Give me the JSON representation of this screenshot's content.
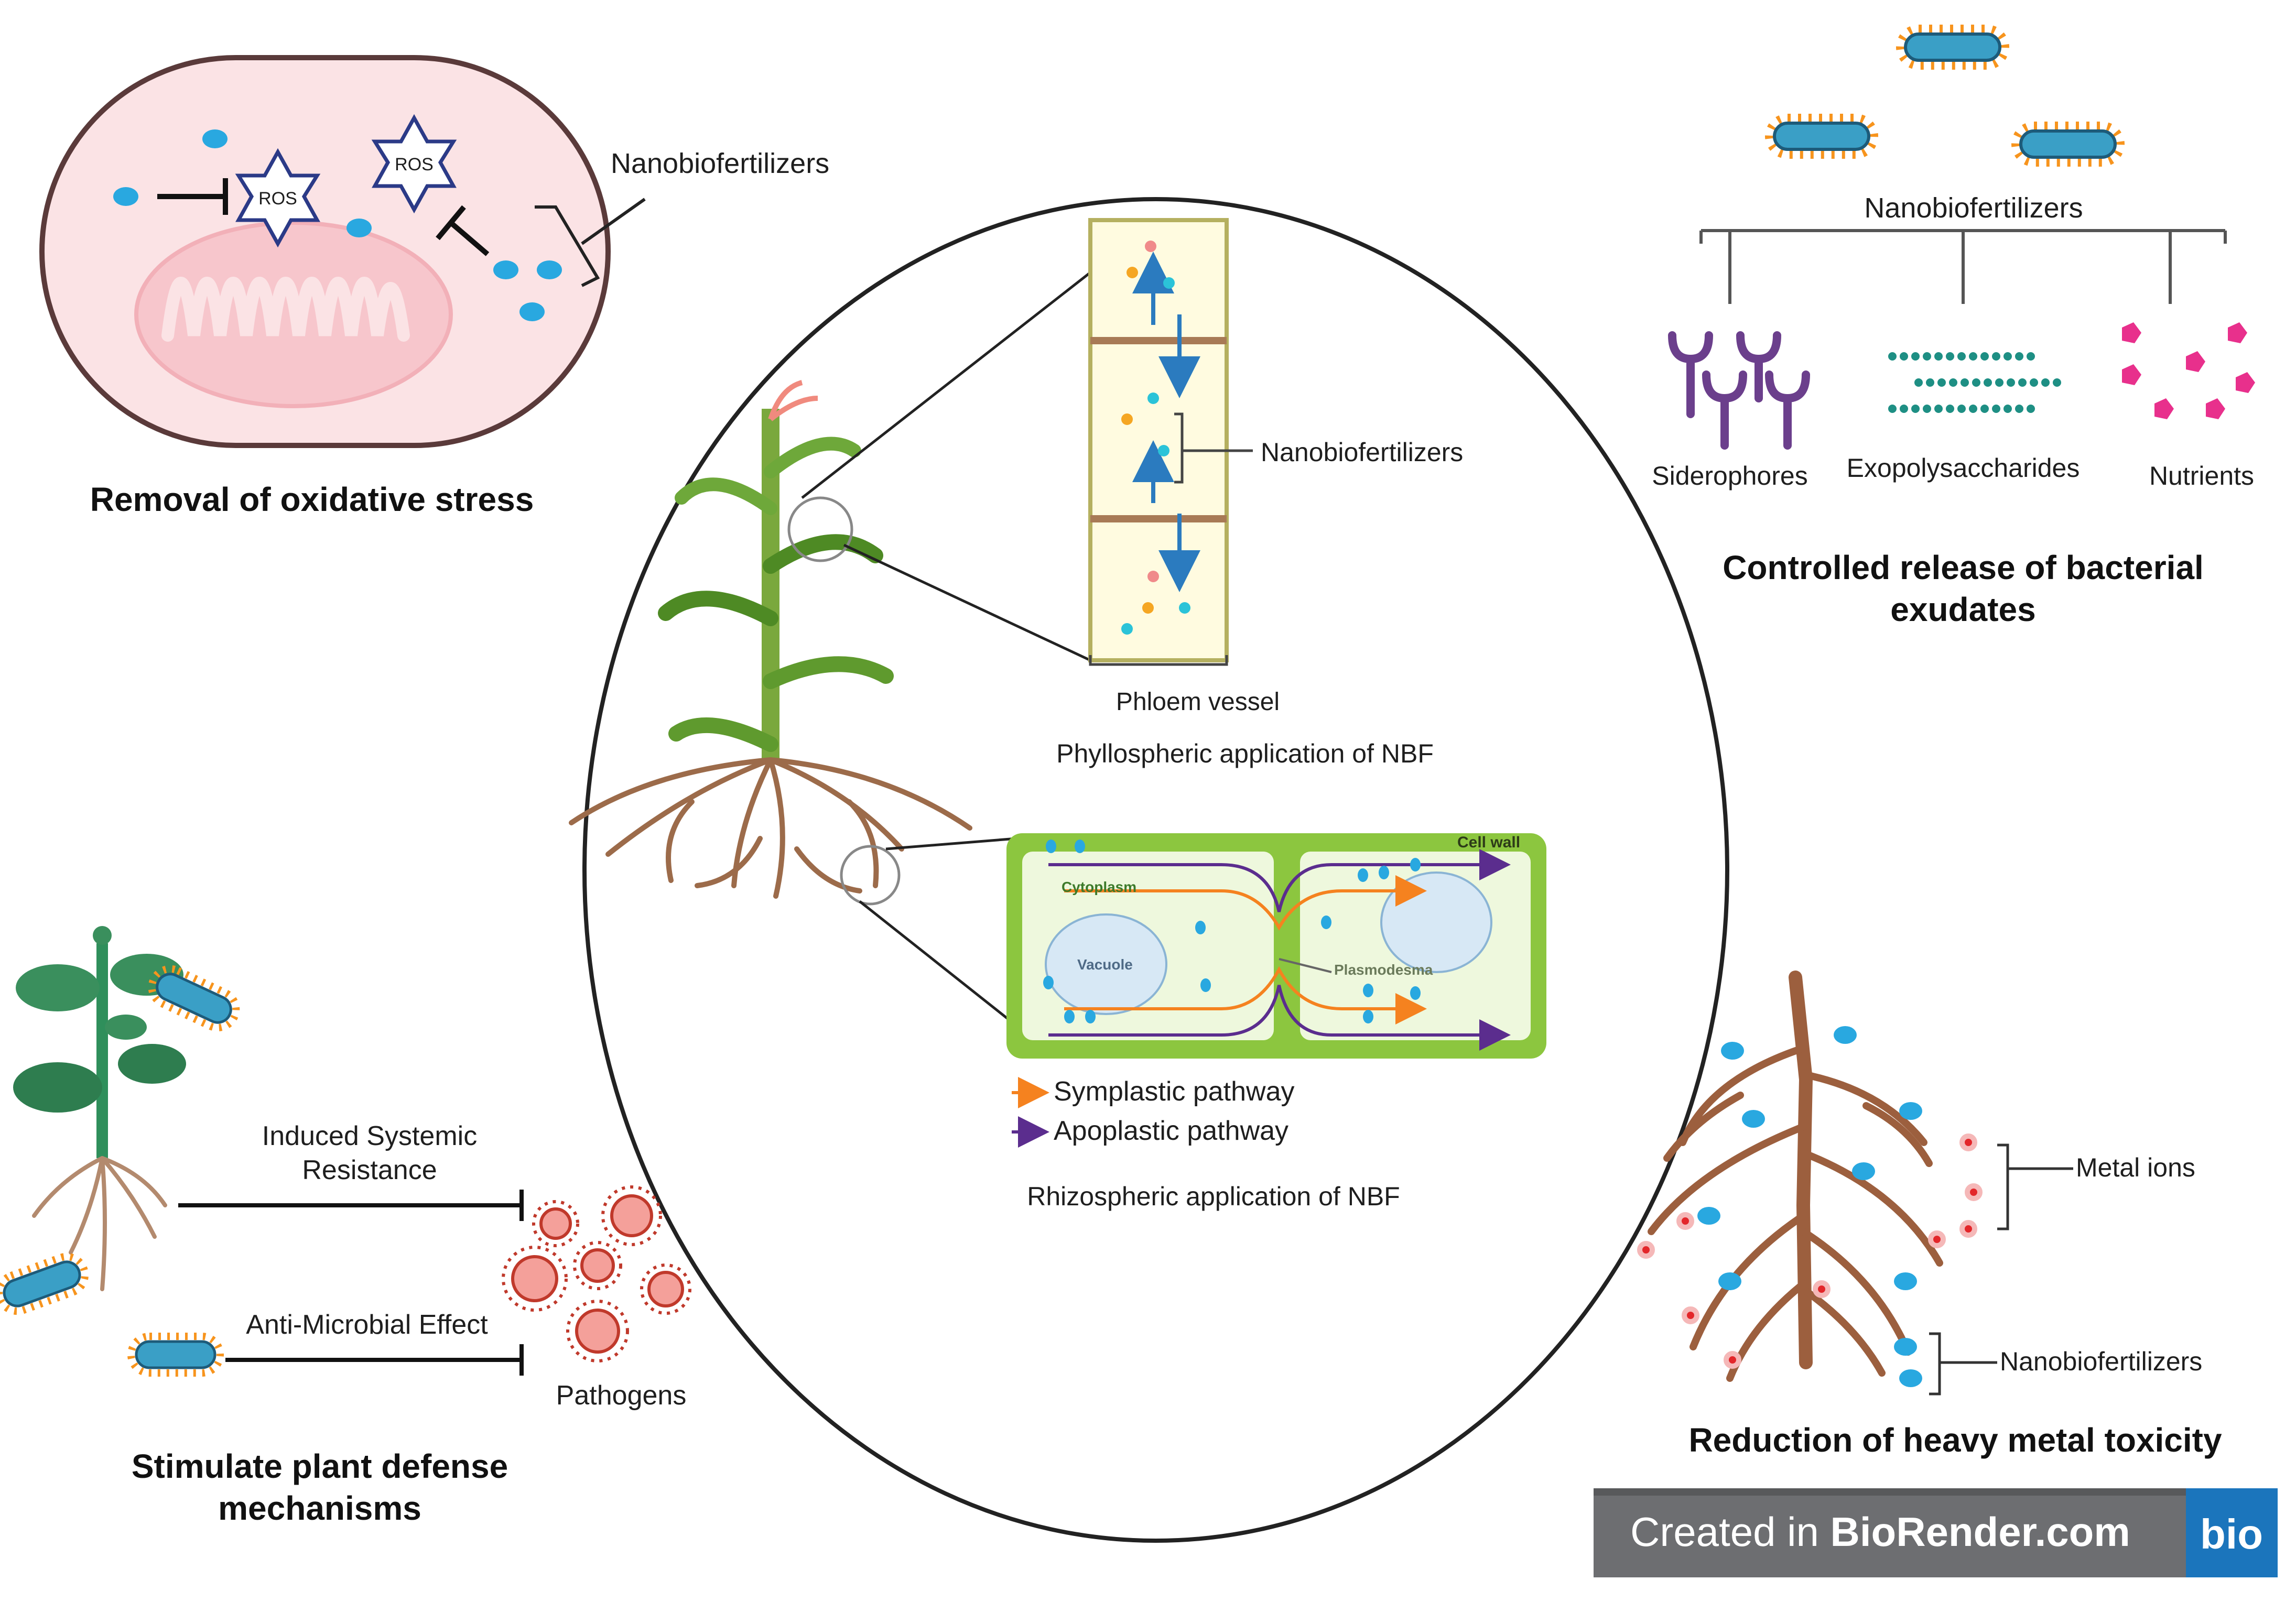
{
  "panels": {
    "oxidative": {
      "title": "Removal of oxidative stress",
      "nano_label": "Nanobiofertilizers",
      "ros_label": "ROS"
    },
    "exudates": {
      "nano_label": "Nanobiofertilizers",
      "items": [
        "Siderophores",
        "Exopolysaccharides",
        "Nutrients"
      ],
      "title_line1": "Controlled release of bacterial",
      "title_line2": "exudates"
    },
    "center": {
      "nano_label": "Nanobiofertilizers",
      "phloem_label": "Phloem vessel",
      "phyllo_label": "Phyllospheric application of NBF",
      "cell_wall": "Cell wall",
      "cytoplasm": "Cytoplasm",
      "vacuole": "Vacuole",
      "plasmodesma": "Plasmodesma",
      "legend_symplastic": "Symplastic pathway",
      "legend_apoplastic": "Apoplastic pathway",
      "rhizo_label": "Rhizospheric application of NBF"
    },
    "defense": {
      "isr_line1": "Induced Systemic",
      "isr_line2": "Resistance",
      "antimicrobial": "Anti-Microbial Effect",
      "pathogens": "Pathogens",
      "title_line1": "Stimulate plant defense",
      "title_line2": "mechanisms"
    },
    "metal": {
      "metal_ions": "Metal ions",
      "nano_label": "Nanobiofertilizers",
      "title": "Reduction of heavy metal toxicity"
    }
  },
  "badge": {
    "text_prefix": "Created in ",
    "text_brand": "BioRender.com",
    "logo": "bio"
  },
  "colors": {
    "nano_blue": "#29a8e0",
    "orange": "#f5821f",
    "purple": "#5b2d8e",
    "root_brown": "#9c6b4a",
    "cell_green": "#8cc63f",
    "pathogen_red": "#c0392b",
    "badge_gray": "#6d6e71",
    "badge_blue": "#1b75bc"
  }
}
